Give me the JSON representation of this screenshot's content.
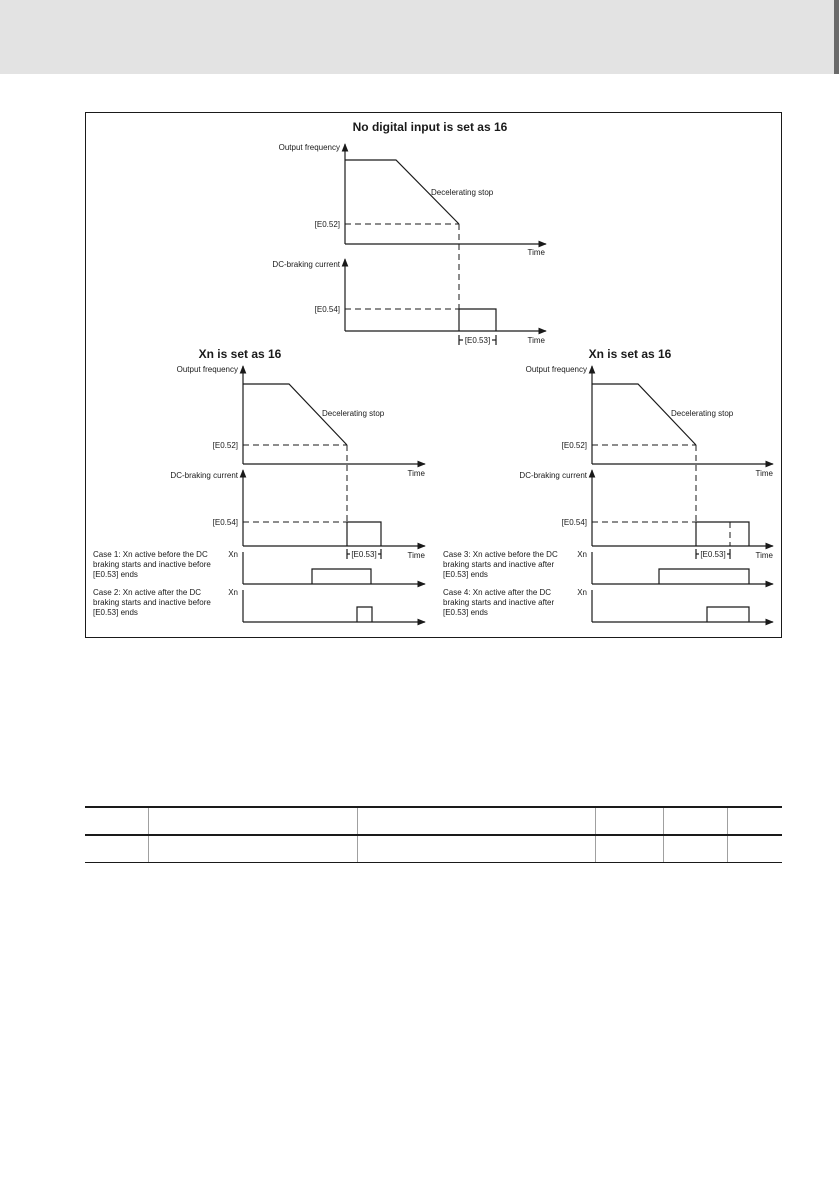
{
  "diagram": {
    "top": {
      "title": "No digital input is set as 16",
      "y_label_freq": "Output frequency",
      "annotation_decel": "Decelerating stop",
      "level_e052": "[E0.52]",
      "x_label_time_1": "Time",
      "y_label_dc": "DC-braking current",
      "level_e054": "[E0.54]",
      "x_label_time_2": "Time",
      "duration_e053": "[E0.53]"
    },
    "left": {
      "title": "Xn is set as 16",
      "y_label_freq": "Output frequency",
      "annotation_decel": "Decelerating stop",
      "level_e052": "[E0.52]",
      "x_label_time_1": "Time",
      "y_label_dc": "DC-braking current",
      "level_e054": "[E0.54]",
      "x_label_time_2": "Time",
      "duration_e053": "[E0.53]",
      "case_a_lines": [
        "Case 1: Xn active before the DC",
        "braking starts and inactive before",
        "[E0.53] ends"
      ],
      "case_a_signal": "Xn",
      "case_b_lines": [
        "Case 2: Xn active after the DC",
        "braking starts and inactive before",
        "[E0.53] ends"
      ],
      "case_b_signal": "Xn"
    },
    "right": {
      "title": "Xn is set as 16",
      "y_label_freq": "Output frequency",
      "annotation_decel": "Decelerating stop",
      "level_e052": "[E0.52]",
      "x_label_time_1": "Time",
      "y_label_dc": "DC-braking current",
      "level_e054": "[E0.54]",
      "x_label_time_2": "Time",
      "duration_e053": "[E0.53]",
      "case_a_lines": [
        "Case 3: Xn active before the DC",
        "braking starts and inactive after",
        "[E0.53] ends"
      ],
      "case_a_signal": "Xn",
      "case_b_lines": [
        "Case 4: Xn active after the DC",
        "braking starts and inactive after",
        "[E0.53] ends"
      ],
      "case_b_signal": "Xn"
    }
  }
}
